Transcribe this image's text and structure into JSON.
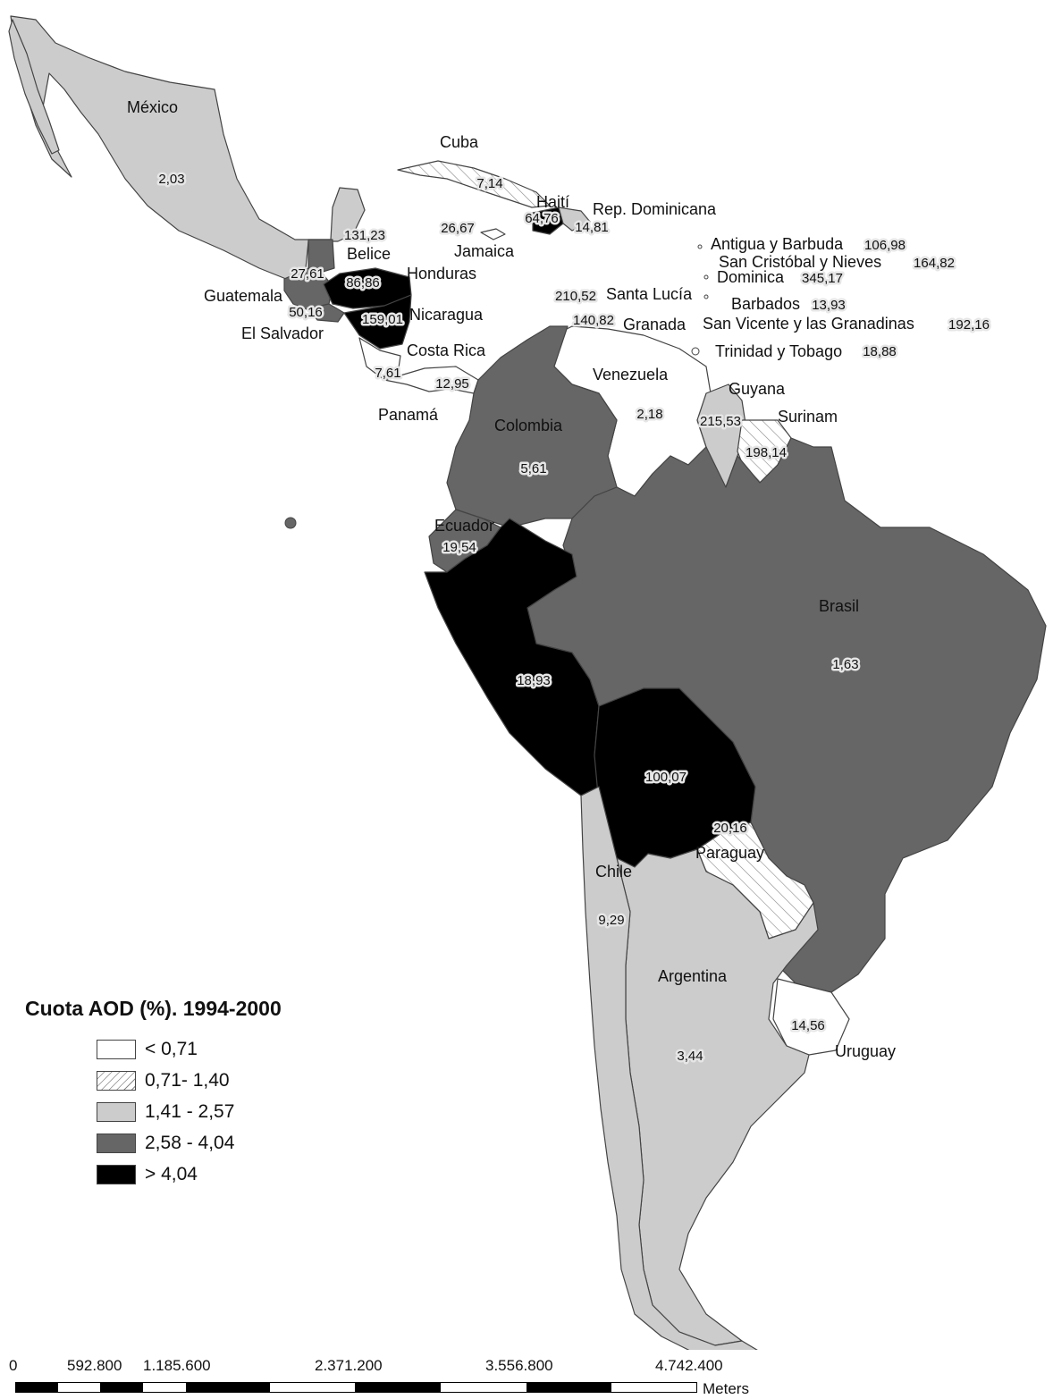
{
  "legend": {
    "title": "Cuota AOD (%). 1994-2000",
    "classes": [
      {
        "label": "< 0,71",
        "pattern": "white"
      },
      {
        "label": "0,71- 1,40",
        "pattern": "hatch"
      },
      {
        "label": "1,41 - 2,57",
        "pattern": "light"
      },
      {
        "label": "2,58 - 4,04",
        "pattern": "dark"
      },
      {
        "label": "> 4,04",
        "pattern": "black"
      }
    ]
  },
  "colors": {
    "white": "#ffffff",
    "light": "#cccccc",
    "dark": "#666666",
    "black": "#000000",
    "border": "#444444"
  },
  "scale": {
    "ticks": [
      "0",
      "592.800",
      "1.185.600",
      "2.371.200",
      "3.556.800",
      "4.742.400"
    ],
    "unit": "Meters"
  },
  "countries": {
    "mexico": {
      "name": "México",
      "value": "2,03",
      "class": "light"
    },
    "cuba": {
      "name": "Cuba",
      "value": "7,14",
      "class": "hatch"
    },
    "haiti": {
      "name": "Haití",
      "value": "64,76",
      "class": "black"
    },
    "rep_dominicana": {
      "name": "Rep. Dominicana",
      "value": "14,81",
      "class": "light"
    },
    "jamaica": {
      "name": "Jamaica",
      "value": "26,67",
      "class": "white"
    },
    "belice": {
      "name": "Belice",
      "value": "131,23",
      "class": "dark"
    },
    "guatemala": {
      "name": "Guatemala",
      "value": "27,61",
      "class": "dark"
    },
    "honduras": {
      "name": "Honduras",
      "value": "86,86",
      "class": "black"
    },
    "el_salvador": {
      "name": "El Salvador",
      "value": "50,16",
      "class": "dark"
    },
    "nicaragua": {
      "name": "Nicaragua",
      "value": "159,01",
      "class": "black"
    },
    "costa_rica": {
      "name": "Costa Rica",
      "value": "7,61",
      "class": "white"
    },
    "panama": {
      "name": "Panamá",
      "value": "12,95",
      "class": "white"
    },
    "antigua": {
      "name": "Antigua y Barbuda",
      "value": "106,98",
      "class": "white"
    },
    "san_cristobal": {
      "name": "San Cristóbal y Nieves",
      "value": "164,82",
      "class": "white"
    },
    "dominica": {
      "name": "Dominica",
      "value": "345,17",
      "class": "white"
    },
    "santa_lucia": {
      "name": "Santa Lucía",
      "value": "210,52",
      "class": "white"
    },
    "barbados": {
      "name": "Barbados",
      "value": "13,93",
      "class": "white"
    },
    "granada": {
      "name": "Granada",
      "value": "140,82",
      "class": "white"
    },
    "san_vicente": {
      "name": "San Vicente y las Granadinas",
      "value": "192,16",
      "class": "white"
    },
    "trinidad": {
      "name": "Trinidad y Tobago",
      "value": "18,88",
      "class": "white"
    },
    "venezuela": {
      "name": "Venezuela",
      "value": "2,18",
      "class": "white"
    },
    "guyana": {
      "name": "Guyana",
      "value": "215,53",
      "class": "light"
    },
    "surinam": {
      "name": "Surinam",
      "value": "198,14",
      "class": "hatch"
    },
    "colombia": {
      "name": "Colombia",
      "value": "5,61",
      "class": "dark"
    },
    "ecuador": {
      "name": "Ecuador",
      "value": "19,54",
      "class": "dark"
    },
    "peru": {
      "name": "",
      "value": "18,93",
      "class": "black"
    },
    "brasil": {
      "name": "Brasil",
      "value": "1,63",
      "class": "dark"
    },
    "bolivia": {
      "name": "",
      "value": "100,07",
      "class": "black"
    },
    "paraguay": {
      "name": "Paraguay",
      "value": "20,16",
      "class": "hatch"
    },
    "chile": {
      "name": "Chile",
      "value": "9,29",
      "class": "light"
    },
    "argentina": {
      "name": "Argentina",
      "value": "3,44",
      "class": "light"
    },
    "uruguay": {
      "name": "Uruguay",
      "value": "14,56",
      "class": "white"
    }
  }
}
